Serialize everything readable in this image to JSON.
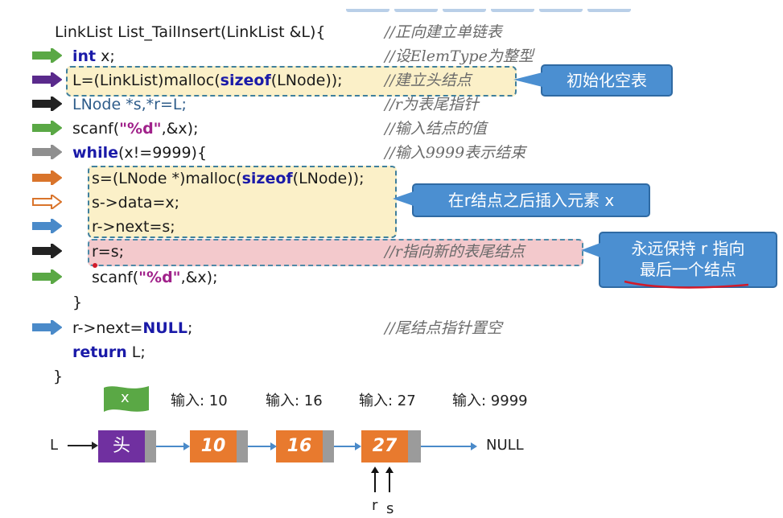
{
  "code": {
    "line1": {
      "t1": "LinkList List_TailInsert(LinkList &L){",
      "comment": "//正向建立单链表"
    },
    "line2": {
      "kw": "int",
      "rest": " x;",
      "comment": "//设ElemType为整型"
    },
    "line3": {
      "t1": "L=(LinkList)malloc(",
      "kw": "sizeof",
      "t2": "(LNode));",
      "comment": "//建立头结点"
    },
    "line4": {
      "t1": "LNode *s,*r=L;",
      "comment": "//r为表尾指针"
    },
    "line5": {
      "t1": "scanf(",
      "str": "\"%d\"",
      "t2": ",&x);",
      "comment": "//输入结点的值"
    },
    "line6": {
      "kw": "while",
      "t1": "(x!=9999){",
      "comment": "//输入9999表示结束"
    },
    "line7": {
      "t1": "s=(LNode *)malloc(",
      "kw": "sizeof",
      "t2": "(LNode));"
    },
    "line8": {
      "t1": "s->data=x;"
    },
    "line9": {
      "t1": "r->next=s;"
    },
    "line10": {
      "t1": "r=s;",
      "comment": "//r指向新的表尾结点"
    },
    "line11": {
      "t1": "scanf(",
      "str": "\"%d\"",
      "t2": ",&x);"
    },
    "line12": {
      "t1": "}"
    },
    "line13": {
      "t1": "r->next=",
      "kw": "NULL",
      "t2": ";",
      "comment": "//尾结点指针置空"
    },
    "line14": {
      "kw": "return",
      "t1": " L;"
    },
    "line15": {
      "t1": "}"
    }
  },
  "callouts": {
    "init": "初始化空表",
    "insert": "在r结点之后插入元素 x",
    "keep_line1": "永远保持 r 指向",
    "keep_line2": "最后一个结点"
  },
  "diagram": {
    "flag_label": "x",
    "inputs": [
      "输入: 10",
      "输入: 16",
      "输入: 27",
      "输入: 9999"
    ],
    "list_label": "L",
    "head_label": "头",
    "nodes": [
      "10",
      "16",
      "27"
    ],
    "null_label": "NULL",
    "pointer_r": "r",
    "pointer_s": "s"
  },
  "colors": {
    "arrow_green": "#5aa845",
    "arrow_purple": "#5a2a8c",
    "arrow_black": "#222222",
    "arrow_gray": "#8f8f8f",
    "arrow_orange": "#d9742b",
    "arrow_blue": "#4a8ac9",
    "head_node": "#7030a0",
    "data_node": "#e87a2e",
    "callout": "#4b8fd1"
  },
  "icons": [
    "arrow-right-icon",
    "flag-icon"
  ]
}
